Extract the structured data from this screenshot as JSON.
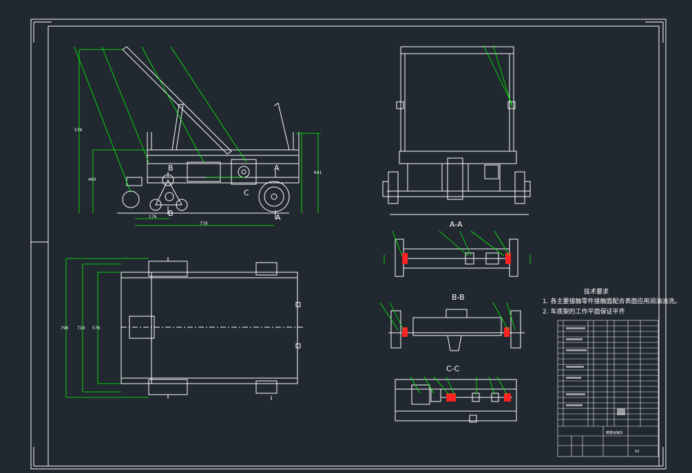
{
  "drawing": {
    "background": "#212830",
    "line_color": "#ffffff",
    "dimension_color": "#00ff00",
    "hatch_color": "#ff2222",
    "accent_color": "#ffff00"
  },
  "sections": {
    "aa": "A-A",
    "bb": "B-B",
    "cc": "C-C"
  },
  "view_letters": {
    "b_top": "B",
    "b_bottom": "B",
    "a_top": "A",
    "a_bottom": "A",
    "c": "C"
  },
  "dimensions": {
    "width_total": "779",
    "width_left": "176",
    "height_overall": "576",
    "height_side": "460",
    "height_right": "641",
    "plan_outer": "796",
    "plan_mid": "716",
    "plan_inner": "576"
  },
  "tech_notes": {
    "title": "技术要求",
    "line1": "1. 各主要接触零件接触面配合表面应用润油清洗。",
    "line2": "2. 车底架的工作平面保证平齐"
  },
  "title_block": {
    "drawing_name": "爬楼运输车",
    "scale": "A2"
  }
}
